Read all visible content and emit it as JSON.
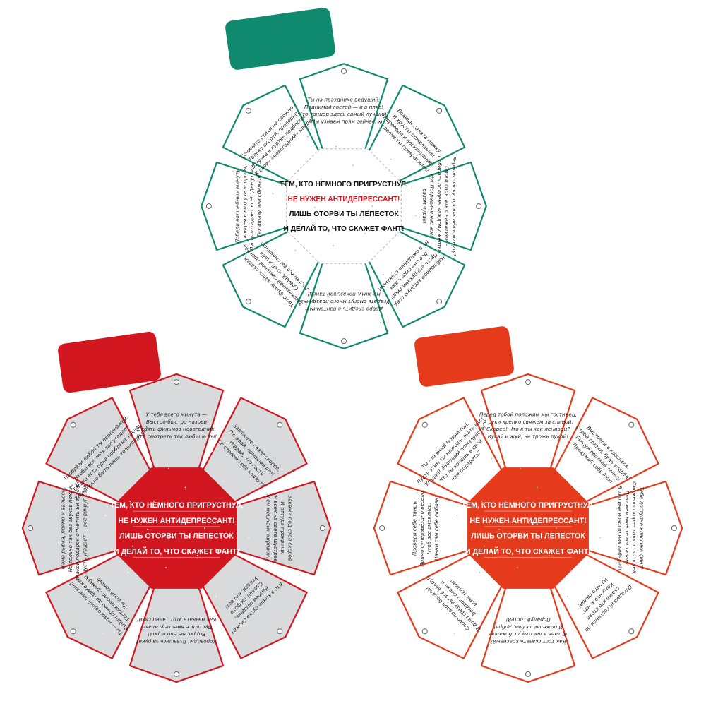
{
  "colors": {
    "green": "#0f8a6e",
    "red": "#d2161f",
    "red_bright": "#e53a1c",
    "paper": "#ffffff",
    "gray_paper": "#d9dadc",
    "dark_text": "#222222"
  },
  "flowers": [
    {
      "id": "green",
      "center": {
        "lines": [
          "ТЕМ, КТО НЕМНОГО ПРИГРУСТНУЛ,",
          "НЕ НУЖЕН АНТИДЕПРЕССАНТ!",
          "ЛИШЬ ОТОРВИ ТЫ ЛЕПЕСТОК",
          "И ДЕЛАЙ ТО, ЧТО СКАЖЕТ ФАНТ!"
        ]
      },
      "petals": [
        [
          "Ты на празднике ведущий:",
          "Поднимай гостей — и в пляс!",
          "Кто танцор здесь самый лучший?",
          "Мы узнаем прям сейчас!"
        ],
        [
          "Водицы салата ложку",
          "И хрусты пожелание!",
          "Переведи и восклицание!",
          "В крепче ты превратился!"
        ],
        [
          "Берёшь шапку, прошагнёшь минуту!",
          "Смоги спрятать с нажатием –",
          "Собирать полдень каждому жёлтым,",
          "Ну! Посредине нас всех",
          "разом чудак!"
        ],
        [
          "Наблюдаем весёлую сову:",
          "Пусть его руками лица!",
          "Всех не суди к вам",
          "Не в ожидании стаканом!"
        ],
        [
          "Добро следить в пантомиму:",
          "Угадать смогут много праздника!",
          "Не зиму, показывай танец!"
        ],
        [
          "Твою фразу здесь сказал:",
          "Рассказывай смешной прокла",
          "Сделай, чтоб я шёл",
          "Гостям все вы смеялись!"
        ],
        [
          "Победи волшебным минуту",
          "И пальцем в воздухе вопросы,",
          "Пусть отгадает все! \"Две утки —",
          "Тех фразу или сбежал!"
        ],
        [
          "Сочините стихи не сложно –",
          "Только скорей, проворно,",
          "Штучка в куртке подбором,",
          "К слову «новогодний» найди!"
        ]
      ]
    },
    {
      "id": "gray",
      "center": {
        "lines": [
          "ТЕМ, КТО НЕМНОГО ПРИГРУСТНУЛ,",
          "НЕ НУЖЕН АНТИДЕПРЕССАНТ!",
          "ЛИШЬ ОТОРВИ ТЫ ЛЕПЕСТОК",
          "И ДЕЛАЙ ТО, ЧТО СКАЖЕТ ФАНТ!"
        ]
      },
      "petals": [
        [
          "У тебя всего минута —",
          "Быстро-быстро назови",
          "Десять фильмов новогодних,",
          "Что смотреть так любишь ты!"
        ],
        [
          "Завяжите глаза скорее,",
          "Отгадай, помешай раз!",
          "Угадай, что гость",
          "Со столом тебе кладут?"
        ],
        [
          "Закажи под стол скорее",
          "И оттуда прокричи:",
          "«Я всех на свете шустрее!",
          "Я ем мешками кирпичи!»"
        ],
        [
          "Кто в конце пуска сможет",
          "Вызови полдень,",
          "Сделай ты фото",
          "Угадай, кто ест!"
        ],
        [
          "Хороводы! Взявшись за руки!",
          "Бодро, весело порой!",
          "Пусть все вместе угадают",
          "Как назвать этот танец свой!"
        ],
        [
          "Ты — новогодний пингвин!",
          "Выйди прямо до прихожей,",
          "Гостям песню громкую",
          "Ты спой самой!"
        ],
        [
          "Мама рыбка, прямо и вальсом,",
          "Но только так без звуков похож,",
          "Каков подарок отметить Ей спасибо,",
          "Пусть угадает — все вокруг свой!"
        ],
        [
          "Изобрази любой ты персонажей,",
          "Чтобы все тебя зал угадал!",
          "Только есть одна проблема такая:",
          "Тебе нужно быть лишь только рукою!"
        ]
      ]
    },
    {
      "id": "red",
      "center": {
        "lines": [
          "ТЕМ, КТО НЕМНОГО ПРИГРУСТНУЛ,",
          "НЕ НУЖЕН АНТИДЕПРЕССАНТ!",
          "ЛИШЬ ОТОРВИ ТЫ ЛЕПЕСТОК",
          "И ДЕЛАЙ ТО, ЧТО СКАЖЕТ ФАНТ!"
        ]
      },
      "petals": [
        [
          "Перед тобой положим мы гостинец,",
          "А руки крепко свяжем за спиной.",
          "Скорее! Что к ты как ленивец?",
          "Кусай и жуй, не трожь рукой!"
        ],
        [
          "Выстрели в красивое,",
          "Строй глазки, будь вперёд!",
          "Танцуй вёрткий танец!",
          "Продумай себе look!"
        ],
        [
          "Тебе доступна классика фант!",
          "Сможешь скорее ловкость гостей,",
          "Покажем вместе мы талант",
          "В тишине новогодних лебедей!"
        ],
        [
          "Отгадывай гостиной по",
          "скажи кто стоял",
          "Кому что хочет",
          "Из чего самой!"
        ],
        [
          "Как тост сказать красивый?",
          "Встань в ласточку с бокалом",
          "И пожелай любви, добра!",
          "Порадуй гостей!"
        ],
        [
          "Слово подари бокала!",
          "И дома сразу вы всё вокруг,",
          "Весёлого смеха и",
          "всем теплом!"
        ],
        [
          "Проведи себе танцы",
          "Прямо суперзвёздно весело,",
          "Чтоб все смеялись!",
          "Начни сам себе любовь!"
        ],
        [
          "Ты – пьяный Новый год,",
          "Пусть этим ты можешь знать нас!",
          "Угадай! Знающий пожалуйста!",
          "Что ты хочешь в свой",
          "нам подарить?"
        ]
      ]
    }
  ]
}
